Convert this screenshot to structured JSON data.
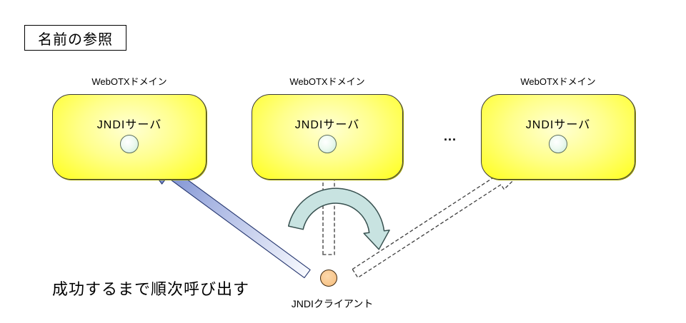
{
  "title": "名前の参照",
  "diagram": {
    "domains": [
      {
        "label": "WebOTXドメイン",
        "server_label": "JNDIサーバ"
      },
      {
        "label": "WebOTXドメイン",
        "server_label": "JNDIサーバ"
      },
      {
        "label": "WebOTXドメイン",
        "server_label": "JNDIサーバ"
      }
    ],
    "ellipsis": "...",
    "client_label": "JNDIクライアント",
    "caption": "成功するまで順次呼び出す",
    "arrows": [
      {
        "name": "solid-call-arrow",
        "from": "JNDIクライアント",
        "to": "ドメイン1 JNDIサーバ",
        "style": "solid-gradient"
      },
      {
        "name": "dashed-call-arrow-middle",
        "from": "JNDIクライアント",
        "to": "ドメイン2 JNDIサーバ",
        "style": "dashed-outline"
      },
      {
        "name": "dashed-call-arrow-right",
        "from": "JNDIクライアント",
        "to": "ドメイン3 JNDIサーバ",
        "style": "dashed-outline"
      },
      {
        "name": "retry-loop-arrow",
        "style": "curved-band"
      }
    ],
    "colors": {
      "domain_fill_edge": "#ffff26",
      "domain_fill_center": "#ffffd6",
      "domain_border": "#3a3a3a",
      "server_node_fill": "#c9ecd4",
      "server_node_border": "#5c6e5e",
      "client_fill": "#f8c78e",
      "client_border": "#3f2a10",
      "solid_arrow_head": "#5d76c4",
      "solid_arrow_tail": "#f7f9fe",
      "solid_arrow_outline": "#24356e",
      "curved_arrow_fill": "#c8e3e1",
      "curved_arrow_outline": "#37504f",
      "dashed_stroke": "#4a4a4a",
      "background": "#ffffff",
      "text": "#000000"
    }
  }
}
